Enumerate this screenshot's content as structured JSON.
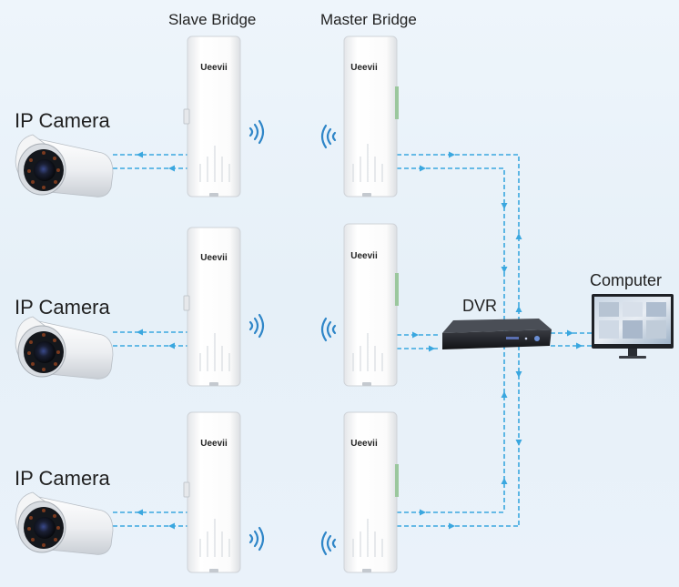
{
  "labels": {
    "slave_bridge": "Slave Bridge",
    "master_bridge": "Master Bridge",
    "camera_1": "IP Camera",
    "camera_2": "IP Camera",
    "camera_3": "IP Camera",
    "dvr": "DVR",
    "computer": "Computer"
  },
  "device_brand": "Ueevii",
  "colors": {
    "link_line": "#3aa7df",
    "signal": "#2f86c8",
    "background": "#e8f1f9",
    "dvr_body": "#1b1d22"
  },
  "icons": [
    "ip-camera-icon",
    "bridge-device-icon",
    "wifi-signal-icon",
    "dvr-icon",
    "computer-monitor-icon"
  ]
}
